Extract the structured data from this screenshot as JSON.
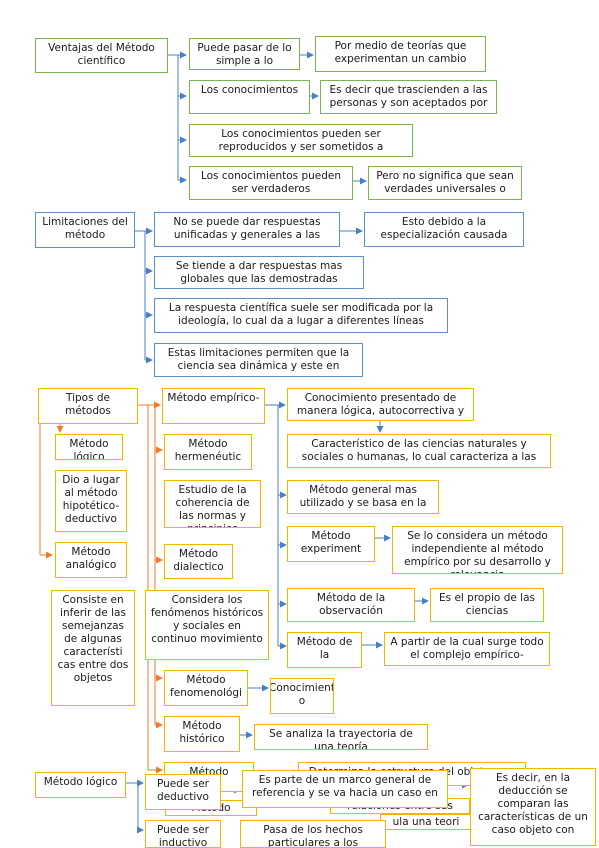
{
  "ventajas": {
    "root": "Ventajas del Método científico",
    "simple": "Puede pasar de lo simple a lo",
    "teorias": "Por medio de teorías que experimentan un cambio",
    "conocimientos": "Los conocimientos",
    "trascienden": "Es decir que trascienden a las personas y son aceptados por",
    "reproducidos": "Los conocimientos pueden ser reproducidos y ser sometidos a",
    "verdaderos": "Los conocimientos pueden ser verdaderos",
    "universales": "Pero no significa que sean verdades universales o"
  },
  "limitaciones": {
    "root": "Limitaciones del método",
    "unificadas": "No se puede dar respuestas unificadas y generales a las",
    "especializacion": "Esto debido a la especialización causada",
    "globales": "Se tiende a dar respuestas mas globales que las demostradas",
    "ideologia": "La respuesta científica suele ser modificada por la ideología, lo cual da a lugar a diferentes líneas",
    "dinamica": "Estas limitaciones permiten que la ciencia sea dinámica y este en"
  },
  "tipos": {
    "root": "Tipos de métodos",
    "logico": "Método lógico",
    "hipotetico": "Dio a lugar al método hipotético-deductivo",
    "analogico": "Método analógico",
    "semejanzas": "Consiste en inferir de las semejanzas de algunas característi cas entre dos objetos",
    "hermeneutico": "Método hermenéutic",
    "coherencia": "Estudio de la coherencia de las normas y principios",
    "dialectico": "Método dialectico",
    "fenomenos": "Considera los fenómenos históricos y sociales en continuo movimiento",
    "fenomenologico": "Método fenomenológi",
    "conocimiento": "Conocimient o",
    "historico": "Método histórico",
    "trayectoria": "Se analiza la trayectoria de una teoría",
    "empirico": "Método empírico-",
    "presentado": "Conocimiento presentado de manera lógica, autocorrectiva y",
    "caracteristico": "Característico de las ciencias naturales y sociales o humanas, lo cual caracteriza a las",
    "general": "Método general mas utilizado y se basa en la",
    "experimental": "Método experiment",
    "independiente": "Se lo considera un método independiente al método empírico por su desarrollo y relevancia",
    "observacion": "Método de la observación",
    "propio": "Es el propio de las ciencias",
    "medicion": "Método de la",
    "complejo": "A partir de la cual surge todo el complejo empírico-",
    "hidden1": "Método",
    "estructura": "Determina la estructura del objeto y su",
    "sintetico": "Método sintético",
    "relaciones": "relaciones entre sus elementos y relaci",
    "teoria": "ula una teori"
  },
  "logica": {
    "root": "Método lógico",
    "deductivo": "Puede ser deductivo",
    "marco": "Es parte de un marco general de referencia y se va hacia un caso en",
    "deduccion": "Es decir, en la deducción se comparan las características de un caso objeto con",
    "inductivo": "Puede ser inductivo",
    "hechos": "Pasa de los hechos particulares a los"
  }
}
